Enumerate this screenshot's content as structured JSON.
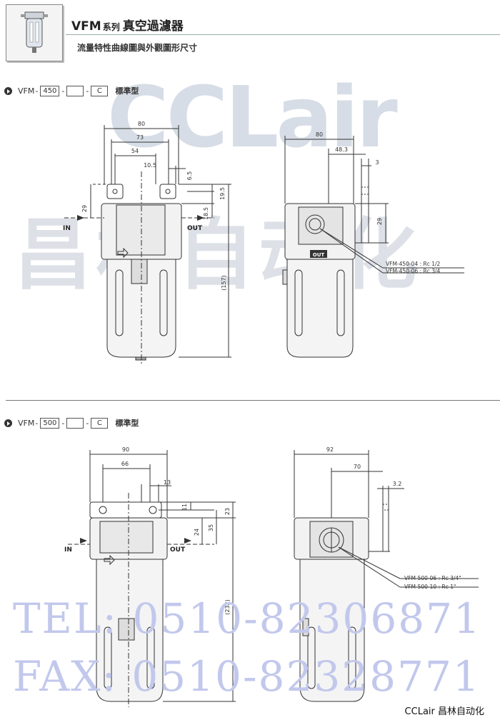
{
  "header": {
    "series_code": "VFM",
    "series_word": "系列",
    "product_name": "真空過濾器",
    "subtitle": "流量特性曲線圖與外觀圖形尺寸"
  },
  "sections": [
    {
      "model_prefix": "VFM",
      "size_code": "450",
      "blank_box": "",
      "suffix_code": "C",
      "type_label": "標準型",
      "front_dims": {
        "w80": "80",
        "w73": "73",
        "w54": "54",
        "w105": "10.5",
        "h65": "6.5",
        "h195": "19.5",
        "h185": "18.5",
        "h29": "29",
        "h157": "(157)"
      },
      "side_dims": {
        "w80": "80",
        "w483": "48.3",
        "w3": "3",
        "h29": "29"
      },
      "in_label": "IN",
      "out_label": "OUT",
      "port_badge": "OUT",
      "port_notes": [
        "VFM-450-04 : Rc 1/2",
        "VFM-450-06 : Rc 3/4"
      ]
    },
    {
      "model_prefix": "VFM",
      "size_code": "500",
      "blank_box": "",
      "suffix_code": "C",
      "type_label": "標準型",
      "front_dims": {
        "w90": "90",
        "w66": "66",
        "w13": "13",
        "h11": "11",
        "h23": "23",
        "h24": "24",
        "h35": "35",
        "h232": "(232)"
      },
      "side_dims": {
        "w92": "92",
        "w70": "70",
        "w32": "3.2"
      },
      "in_label": "IN",
      "out_label": "OUT",
      "port_notes": [
        "VFM-500-06 : Rc 3/4\"",
        "VFM-500-10 : Rc  1\""
      ]
    }
  ],
  "watermarks": {
    "brand_latin": "CCLair",
    "brand_cjk": "昌林自动化",
    "tel": "TEL: 0510-82306871",
    "fax": "FAX: 0510-82328771"
  },
  "footer": {
    "brand": "CCLair 昌林自动化"
  },
  "colors": {
    "line": "#333333",
    "watermark_text": "#c2c8ec",
    "watermark_logo": "#d7dde6"
  }
}
